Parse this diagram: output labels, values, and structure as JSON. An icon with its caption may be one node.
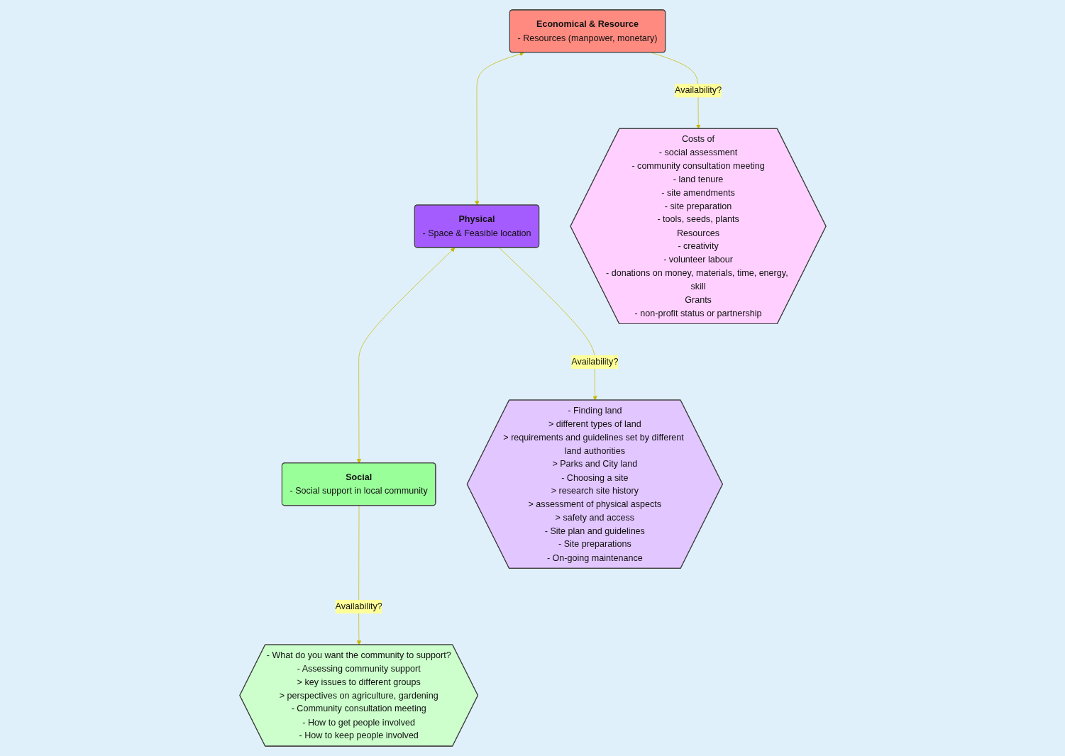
{
  "diagram": {
    "nodes": [
      {
        "text": [
          "Social",
          "- Social support in local community"
        ]
      },
      {
        "text": [
          "Physical",
          "- Space & Feasible location"
        ]
      },
      {
        "text": [
          "Economical & Resource",
          "- Resources (manpower, monetary)"
        ]
      },
      {
        "text": [
          "- What do you want the community to support?",
          "- Assessing community support",
          "> key issues to different groups",
          "> perspectives on agriculture, gardening",
          "- Community consultation meeting",
          "- How to get people involved",
          "- How to keep people involved"
        ]
      },
      {
        "text": [
          "- Finding land",
          "> different types of land",
          "> requirements and guidelines set by different land authorities",
          "> Parks and City land",
          "- Choosing a site",
          "> research site history",
          "> assessment of physical aspects",
          "> safety and access",
          "- Site plan and guidelines",
          "- Site preparations",
          "- On-going maintenance"
        ]
      },
      {
        "text": [
          "Costs of",
          "- social assessment",
          "- community consultation meeting",
          "- land tenure",
          "- site amendments",
          "- site preparation",
          "- tools, seeds, plants",
          "Resources",
          "- creativity",
          "- volunteer labour",
          "- donations on money, materials, time, energy, skill",
          "Grants",
          "- non-profit status or partnership"
        ]
      }
    ],
    "edges": [
      {
        "from": 0,
        "to": 1,
        "arrow": "both"
      },
      {
        "from": 1,
        "to": 2,
        "arrow": "both"
      },
      {
        "from": 0,
        "to": 3,
        "arrow": "to",
        "label": "Availability?"
      },
      {
        "from": 1,
        "to": 4,
        "arrow": "to",
        "label": "Availability?"
      },
      {
        "from": 2,
        "to": 5,
        "arrow": "to",
        "label": "Availability?"
      }
    ]
  }
}
